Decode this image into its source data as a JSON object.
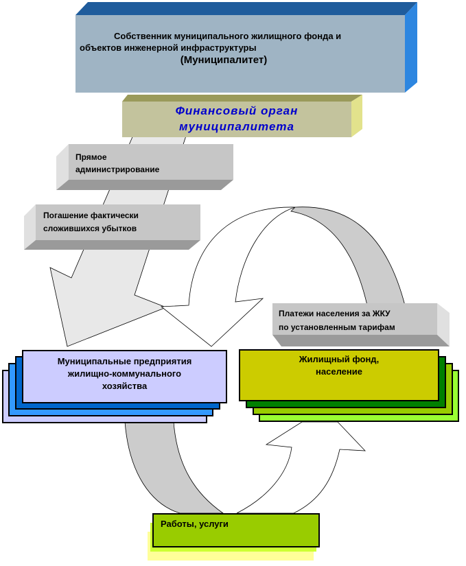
{
  "diagram": {
    "owner_box": {
      "line1": "Собственник муниципального жилищного фонда и",
      "line2": "объектов инженерной инфраструктуры",
      "line3": "(Муниципалитет)"
    },
    "finance_box": {
      "line1": "Финансовый орган",
      "line2": "муниципалитета"
    },
    "direct_admin_box": {
      "line1": "Прямое",
      "line2": "администрирование"
    },
    "losses_box": {
      "line1": "Погашение фактически",
      "line2": "сложившихся убытков"
    },
    "payments_box": {
      "line1": "Платежи населения за ЖКУ",
      "line2": "по установленным тарифам"
    },
    "enterprises_box": {
      "line1": "Муниципальные предприятия",
      "line2": "жилищно-коммунального",
      "line3": "хозяйства"
    },
    "housing_box": {
      "line1": "Жилищный фонд,",
      "line2": "население"
    },
    "works_box": {
      "line1": "Работы, услуги"
    },
    "colors": {
      "owner_front": "#9fb4c4",
      "owner_top": "#1f5c9c",
      "owner_side": "#2d86e0",
      "finance_front": "#c3c39d",
      "finance_top": "#9a9a5a",
      "finance_side": "#e2e28c",
      "finance_text": "#0000cc",
      "grey_front": "#c6c6c6",
      "grey_bottom": "#9a9a9a",
      "grey_side": "#e0e0e0",
      "enterprise_front": "#ccccff",
      "enterprise_layer2": "#0066cc",
      "enterprise_layer3": "#3399ff",
      "housing_front": "#cccc00",
      "housing_layer2": "#008000",
      "housing_layer3": "#99cc00",
      "housing_layer4": "#99ff33",
      "works_front": "#99cc00",
      "works_layer2": "#ccff33",
      "works_layer3": "#ffff99"
    }
  }
}
